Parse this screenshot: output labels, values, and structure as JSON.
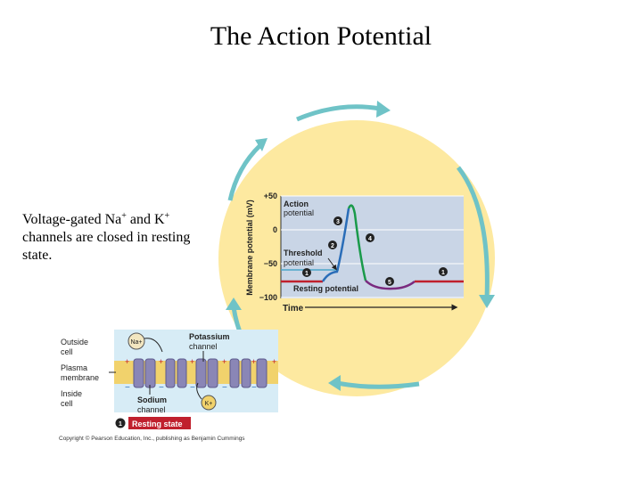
{
  "slide": {
    "title": "The Action Potential",
    "caption": {
      "part1": "Voltage-gated Na",
      "sup1": "+",
      "part2": " and K",
      "sup2": "+",
      "part3": " channels are closed in resting state."
    }
  },
  "graph": {
    "y_axis_title": "Membrane potential (mV)",
    "y_ticks": [
      "+50",
      "0",
      "−50",
      "−100"
    ],
    "x_axis_title": "Time",
    "labels": {
      "action_potential": [
        "Action",
        "potential"
      ],
      "threshold": [
        "Threshold",
        "potential"
      ],
      "resting_potential": "Resting potential"
    },
    "step_markers": [
      "1",
      "2",
      "3",
      "4",
      "5",
      "1"
    ],
    "colors": {
      "graph_bg": "#c9d5e6",
      "resting": "#c0202d",
      "depolarizing": "#2a6db8",
      "rising": "#1a9a4a",
      "undershoot": "#7a2a7f",
      "threshold_line": "#4aa5c9",
      "cycle_arrows": "#6fc3c7",
      "yellow_disc": "#fde9a0"
    }
  },
  "membrane_panel": {
    "outside_label": [
      "Outside",
      "cell"
    ],
    "membrane_label": [
      "Plasma",
      "membrane"
    ],
    "inside_label": [
      "Inside",
      "cell"
    ],
    "potassium_label": [
      "Potassium",
      "channel"
    ],
    "sodium_label": [
      "Sodium",
      "channel"
    ],
    "na_ion": "Na+",
    "k_ion": "K+",
    "state_number": "1",
    "state_label": "Resting state",
    "copyright": "Copyright © Pearson Education, Inc., publishing as Benjamin Cummings"
  }
}
